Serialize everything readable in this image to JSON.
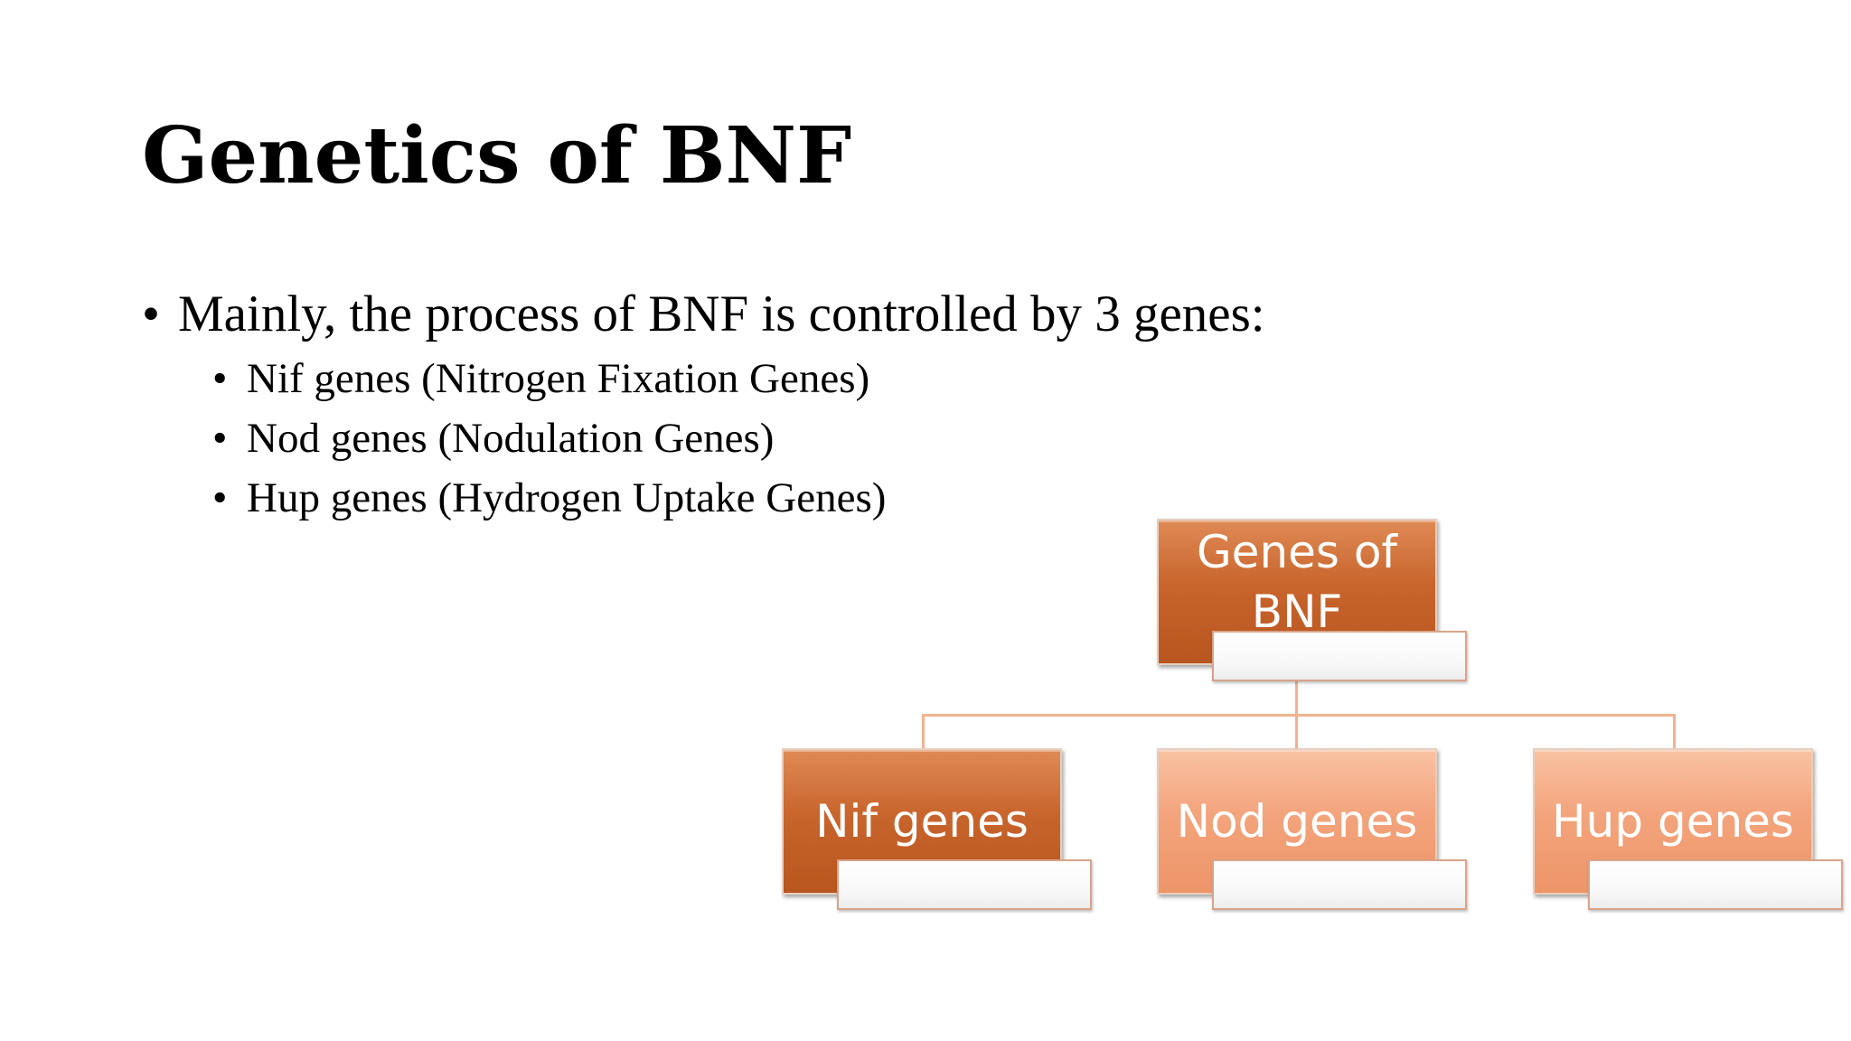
{
  "slide": {
    "title": "Genetics of BNF",
    "bullets": [
      {
        "text": "Mainly, the process of BNF is controlled by 3 genes:",
        "sub": [
          "Nif genes (Nitrogen Fixation Genes)",
          "Nod genes (Nodulation Genes)",
          "Hup genes (Hydrogen Uptake Genes)"
        ]
      }
    ]
  },
  "org_chart": {
    "root": {
      "label": "Genes of BNF",
      "color": "#c8652d"
    },
    "children": [
      {
        "label": "Nif genes",
        "color": "#c8652d"
      },
      {
        "label": "Nod genes",
        "color": "#f3a47c"
      },
      {
        "label": "Hup genes",
        "color": "#f3a47c"
      }
    ],
    "connector_color": "#f2b28f"
  }
}
